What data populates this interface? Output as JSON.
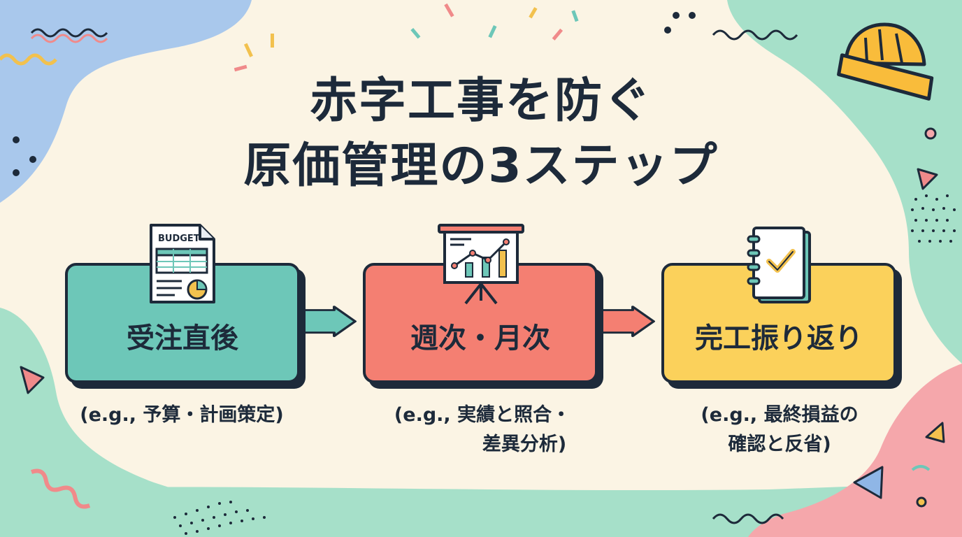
{
  "title": {
    "line1": "赤字工事を防ぐ",
    "line2": "原価管理の3ステップ"
  },
  "steps": [
    {
      "label": "受注直後",
      "note_lines": [
        "(e.g., 予算・計画策定)"
      ],
      "color": "#6dc7b8",
      "icon": "budget-document-icon",
      "icon_text": "BUDGET"
    },
    {
      "label": "週次・月次",
      "note_lines": [
        "(e.g., 実績と照合・",
        "差異分析)"
      ],
      "color": "#f47f72",
      "icon": "presentation-chart-icon"
    },
    {
      "label": "完工振り返り",
      "note_lines": [
        "(e.g., 最終損益の",
        "確認と反省)"
      ],
      "color": "#fbd15b",
      "icon": "checklist-notebook-icon"
    }
  ],
  "colors": {
    "background": "#fbf4e4",
    "ink": "#1d2a3a",
    "mint": "#a6e0c9",
    "blue": "#a9c8ec",
    "pink": "#f5a7ab"
  },
  "decorations": {
    "helmet": "hard-hat-icon"
  }
}
